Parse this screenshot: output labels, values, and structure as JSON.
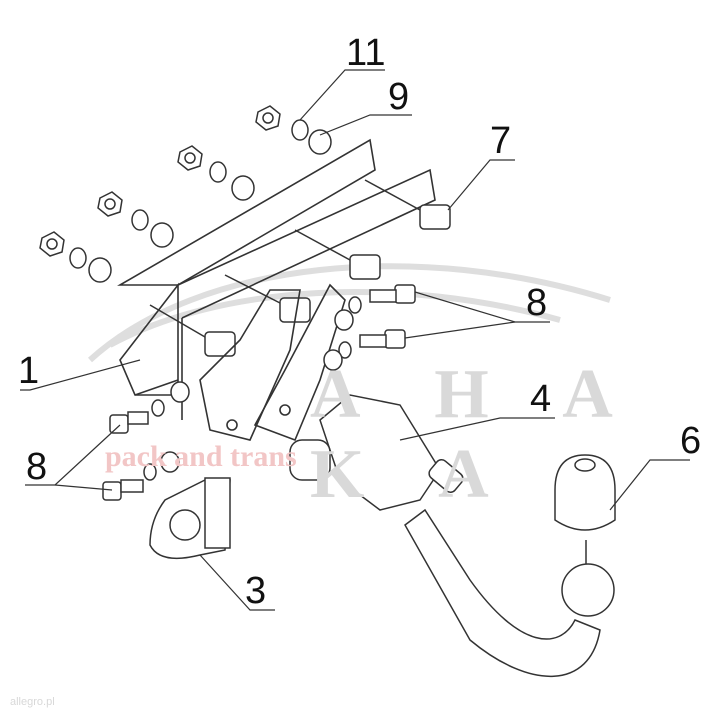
{
  "diagram": {
    "type": "exploded-parts-diagram",
    "subject": "tow bar assembly",
    "callouts": [
      {
        "id": "callout-11",
        "label": "11",
        "part": "spring washer"
      },
      {
        "id": "callout-9",
        "label": "9",
        "part": "flat washer"
      },
      {
        "id": "callout-7",
        "label": "7",
        "part": "bolt"
      },
      {
        "id": "callout-8-right",
        "label": "8",
        "part": "bolt"
      },
      {
        "id": "callout-1",
        "label": "1",
        "part": "mounting bracket"
      },
      {
        "id": "callout-4",
        "label": "4",
        "part": "detachable coupling housing"
      },
      {
        "id": "callout-8-left",
        "label": "8",
        "part": "bolt"
      },
      {
        "id": "callout-6",
        "label": "6",
        "part": "ball cover cap"
      },
      {
        "id": "callout-3",
        "label": "3",
        "part": "socket plate"
      }
    ],
    "watermark": {
      "main": "A H A K A",
      "sub": "pack and trans",
      "credit": "allegro.pl"
    },
    "colors": {
      "line": "#333333",
      "label": "#111111",
      "watermark": "#d9d9d9",
      "watermark_sub": "#f2c6c6",
      "background": "#ffffff"
    }
  }
}
